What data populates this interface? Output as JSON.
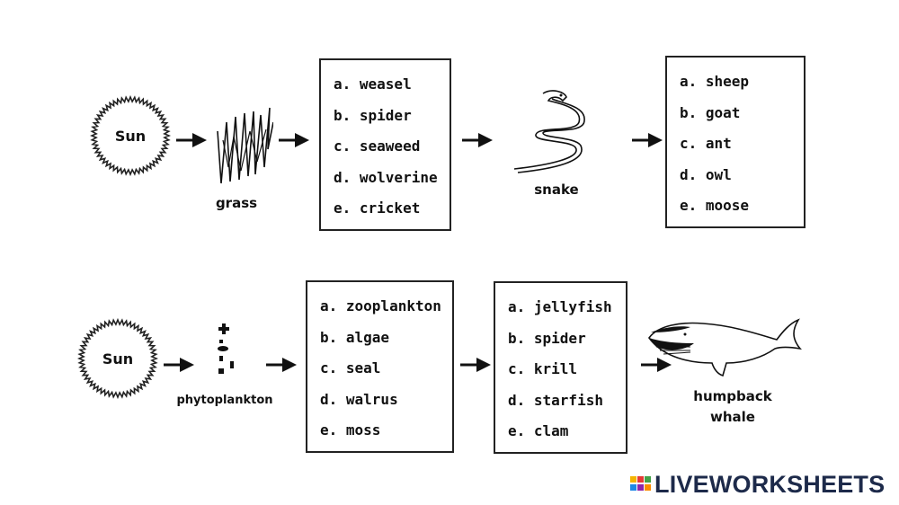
{
  "row1": {
    "sun_label": "Sun",
    "producer_label": "grass",
    "box1": [
      "a. weasel",
      "b. spider",
      "c. seaweed",
      "d. wolverine",
      "e. cricket"
    ],
    "consumer_label": "snake",
    "box2": [
      "a. sheep",
      "b. goat",
      "c. ant",
      "d. owl",
      "e. moose"
    ]
  },
  "row2": {
    "sun_label": "Sun",
    "producer_label": "phytoplankton",
    "box1": [
      "a. zooplankton",
      "b. algae",
      "c. seal",
      "d. walrus",
      "e. moss"
    ],
    "box2": [
      "a. jellyfish",
      "b. spider",
      "c. krill",
      "d. starfish",
      "e. clam"
    ],
    "top_label_line1": "humpback",
    "top_label_line2": "whale"
  },
  "footer": {
    "brand": "LIVEWORKSHEETS",
    "brand_color": "#1d2a4a"
  }
}
